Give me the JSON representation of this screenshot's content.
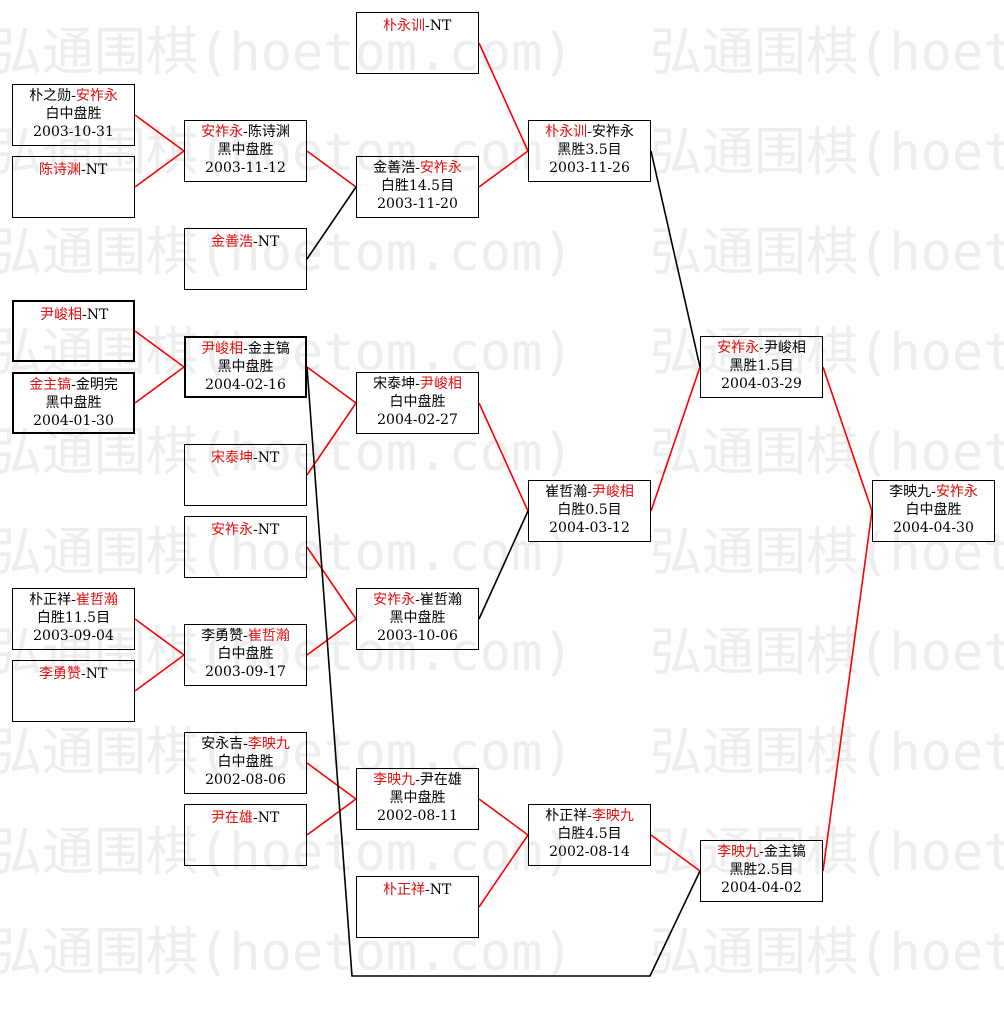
{
  "watermark": "弘通围棋(hoetom.com)",
  "colors": {
    "winner": "#e01010",
    "loser": "#000000",
    "line_red": "#ff0000",
    "line_black": "#000000",
    "watermark": "#eeeeee"
  },
  "matches": [
    {
      "id": "r1_1",
      "p1": "朴之勋",
      "p2": "安祚永",
      "win": 2,
      "result": "白中盘胜",
      "date": "2003-10-31"
    },
    {
      "id": "r1_2",
      "p1": "陈诗渊",
      "p2": "NT",
      "win": 1,
      "result": "",
      "date": ""
    },
    {
      "id": "r1_3",
      "p1": "尹峻相",
      "p2": "NT",
      "win": 1,
      "result": "",
      "date": ""
    },
    {
      "id": "r1_4",
      "p1": "金主镐",
      "p2": "金明完",
      "win": 1,
      "result": "黑中盘胜",
      "date": "2004-01-30"
    },
    {
      "id": "r1_5",
      "p1": "朴正祥",
      "p2": "崔哲瀚",
      "win": 2,
      "result": "白胜11.5目",
      "date": "2003-09-04"
    },
    {
      "id": "r1_6",
      "p1": "李勇赞",
      "p2": "NT",
      "win": 1,
      "result": "",
      "date": ""
    },
    {
      "id": "r2_1",
      "p1": "安祚永",
      "p2": "陈诗渊",
      "win": 1,
      "result": "黑中盘胜",
      "date": "2003-11-12"
    },
    {
      "id": "r2_2",
      "p1": "金善浩",
      "p2": "NT",
      "win": 1,
      "result": "",
      "date": ""
    },
    {
      "id": "r2_3",
      "p1": "尹峻相",
      "p2": "金主镐",
      "win": 1,
      "result": "黑中盘胜",
      "date": "2004-02-16"
    },
    {
      "id": "r2_4",
      "p1": "宋泰坤",
      "p2": "NT",
      "win": 1,
      "result": "",
      "date": ""
    },
    {
      "id": "r2_5",
      "p1": "安祚永",
      "p2": "NT",
      "win": 1,
      "result": "",
      "date": ""
    },
    {
      "id": "r2_6",
      "p1": "李勇赞",
      "p2": "崔哲瀚",
      "win": 2,
      "result": "白中盘胜",
      "date": "2003-09-17"
    },
    {
      "id": "r2_7",
      "p1": "安永吉",
      "p2": "李映九",
      "win": 2,
      "result": "白中盘胜",
      "date": "2002-08-06"
    },
    {
      "id": "r2_8",
      "p1": "尹在雄",
      "p2": "NT",
      "win": 1,
      "result": "",
      "date": ""
    },
    {
      "id": "r3_1",
      "p1": "朴永训",
      "p2": "NT",
      "win": 1,
      "result": "",
      "date": ""
    },
    {
      "id": "r3_2",
      "p1": "金善浩",
      "p2": "安祚永",
      "win": 2,
      "result": "白胜14.5目",
      "date": "2003-11-20"
    },
    {
      "id": "r3_3",
      "p1": "宋泰坤",
      "p2": "尹峻相",
      "win": 2,
      "result": "白中盘胜",
      "date": "2004-02-27"
    },
    {
      "id": "r3_4",
      "p1": "安祚永",
      "p2": "崔哲瀚",
      "win": 1,
      "result": "黑中盘胜",
      "date": "2003-10-06"
    },
    {
      "id": "r3_5",
      "p1": "李映九",
      "p2": "尹在雄",
      "win": 1,
      "result": "黑中盘胜",
      "date": "2002-08-11"
    },
    {
      "id": "r3_6",
      "p1": "朴正祥",
      "p2": "NT",
      "win": 1,
      "result": "",
      "date": ""
    },
    {
      "id": "r4_1",
      "p1": "朴永训",
      "p2": "安祚永",
      "win": 1,
      "result": "黑胜3.5目",
      "date": "2003-11-26"
    },
    {
      "id": "r4_2",
      "p1": "崔哲瀚",
      "p2": "尹峻相",
      "win": 2,
      "result": "白胜0.5目",
      "date": "2004-03-12"
    },
    {
      "id": "r4_3",
      "p1": "朴正祥",
      "p2": "李映九",
      "win": 2,
      "result": "白胜4.5目",
      "date": "2002-08-14"
    },
    {
      "id": "r5_1",
      "p1": "安祚永",
      "p2": "尹峻相",
      "win": 1,
      "result": "黑胜1.5目",
      "date": "2004-03-29"
    },
    {
      "id": "r5_2",
      "p1": "李映九",
      "p2": "金主镐",
      "win": 1,
      "result": "黑胜2.5目",
      "date": "2004-04-02"
    },
    {
      "id": "r6_1",
      "p1": "李映九",
      "p2": "安祚永",
      "win": 2,
      "result": "白中盘胜",
      "date": "2004-04-30"
    }
  ]
}
